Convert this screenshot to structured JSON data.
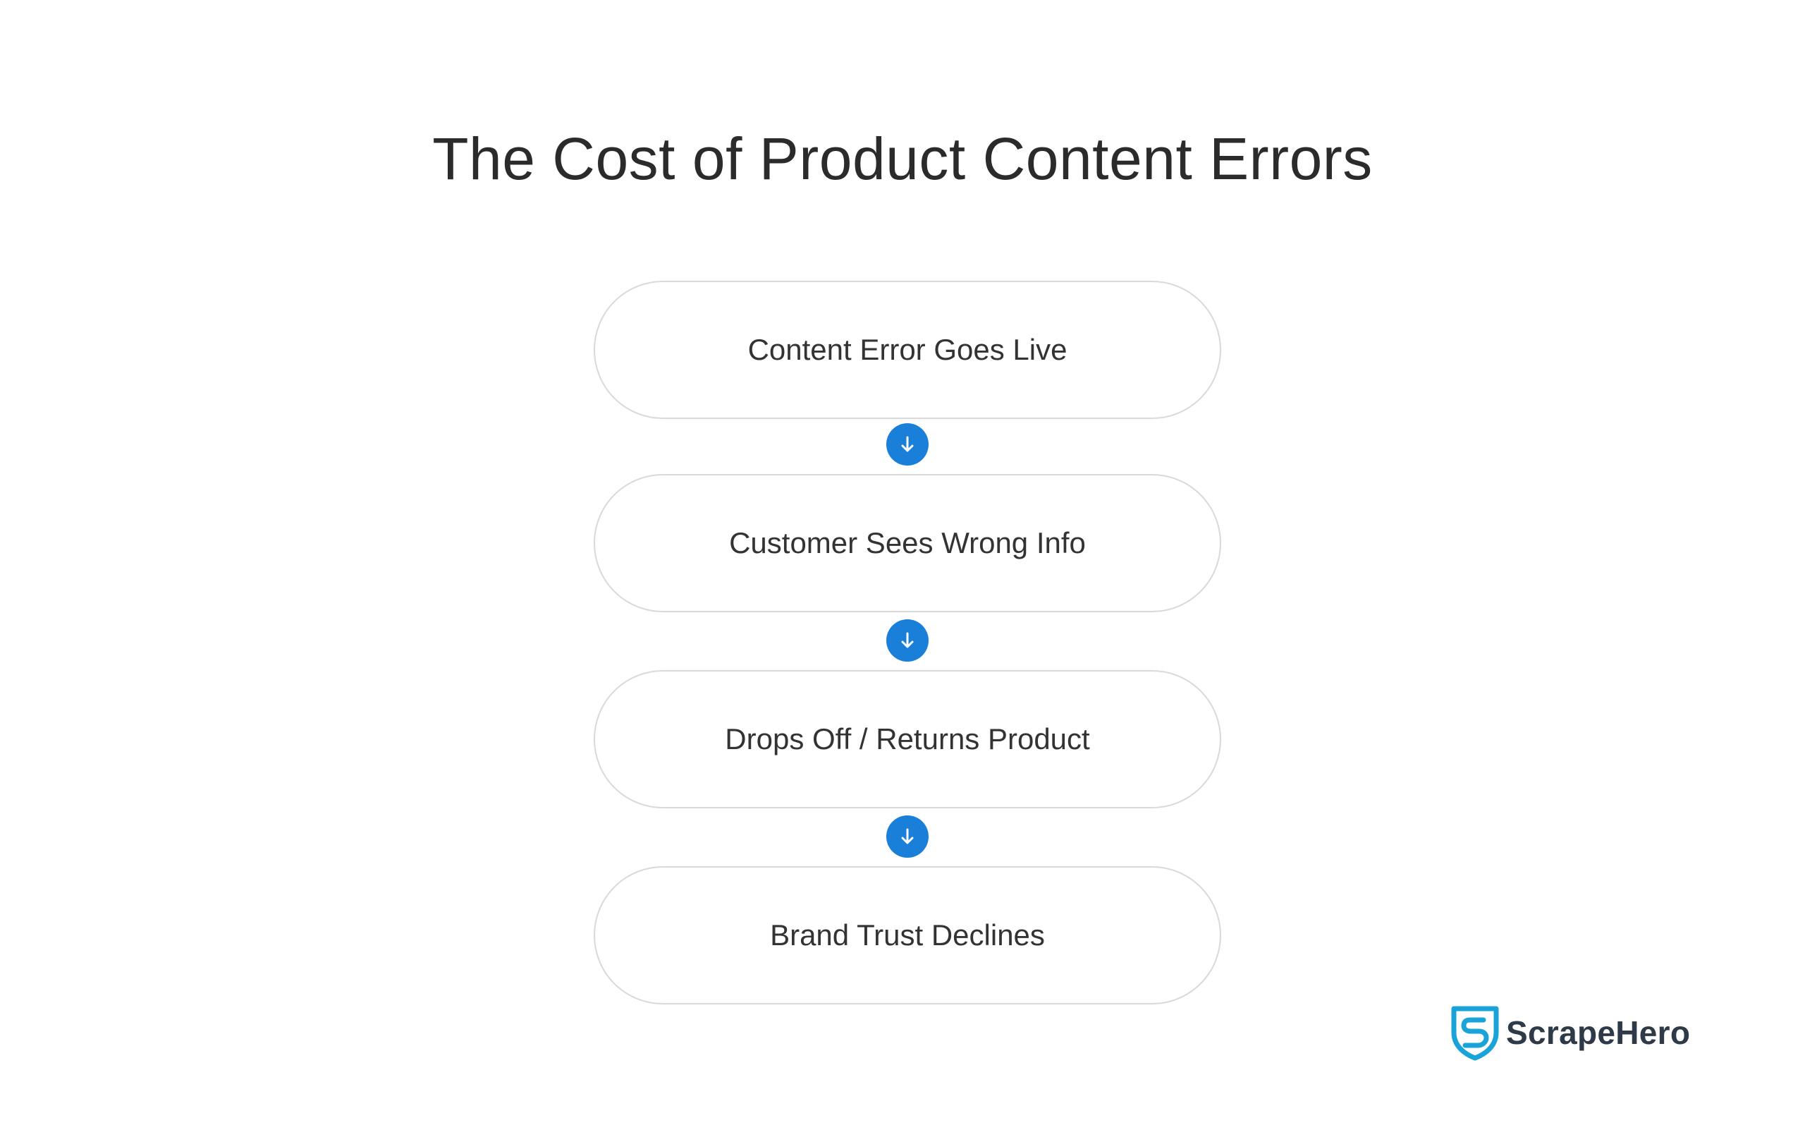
{
  "title": "The Cost of Product Content Errors",
  "steps": [
    {
      "label": "Content Error Goes Live"
    },
    {
      "label": "Customer Sees Wrong Info"
    },
    {
      "label": "Drops Off / Returns Product"
    },
    {
      "label": "Brand Trust Declines"
    }
  ],
  "connector_icon": "arrow-down-icon",
  "logo": {
    "text": "ScrapeHero",
    "icon": "shield-s-icon"
  },
  "colors": {
    "title": "#2b2b2b",
    "step_border": "#d9d9d9",
    "step_text": "#333333",
    "accent": "#1a7fd9",
    "logo_mark": "#1aa3d8",
    "logo_text": "#2e3a48"
  }
}
